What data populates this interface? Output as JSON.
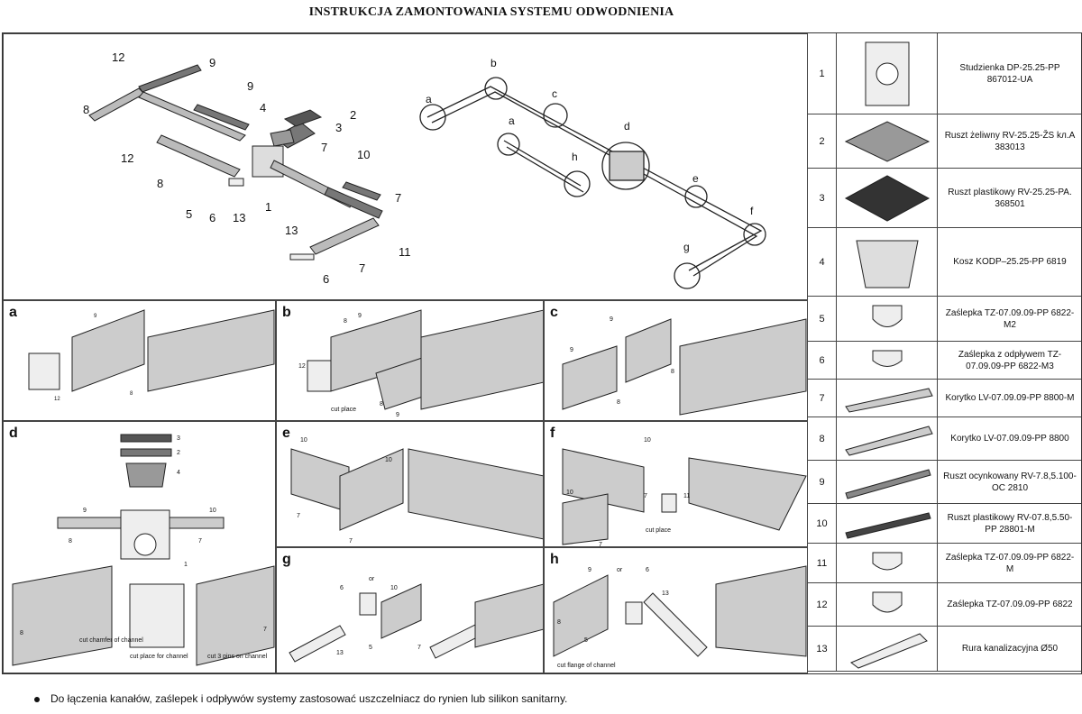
{
  "title": "INSTRUKCJA ZAMONTOWANIA SYSTEMU ODWODNIENIA",
  "overview": {
    "part_labels": [
      "12",
      "9",
      "8",
      "9",
      "4",
      "2",
      "3",
      "12",
      "7",
      "10",
      "8",
      "5",
      "6",
      "13",
      "1",
      "7",
      "13",
      "11",
      "6",
      "7"
    ],
    "detail_markers": [
      "a",
      "b",
      "c",
      "d",
      "e",
      "f",
      "g",
      "h",
      "a"
    ]
  },
  "panels": [
    {
      "label": "a",
      "callouts": [
        "9",
        "12",
        "8"
      ]
    },
    {
      "label": "b",
      "callouts": [
        "8",
        "9",
        "12",
        "cut place",
        "8",
        "9"
      ]
    },
    {
      "label": "c",
      "callouts": [
        "9",
        "8",
        "9",
        "8"
      ]
    },
    {
      "label": "d",
      "callouts": [
        "3",
        "2",
        "4",
        "9",
        "10",
        "8",
        "7",
        "1",
        "cut chamfer of channel",
        "cut place for channel",
        "cut 3 pins on channel",
        "8",
        "7"
      ]
    },
    {
      "label": "e",
      "callouts": [
        "10",
        "10",
        "7",
        "7"
      ]
    },
    {
      "label": "f",
      "callouts": [
        "10",
        "7",
        "10",
        "7",
        "11",
        "cut place"
      ]
    },
    {
      "label": "g",
      "callouts": [
        "6",
        "or",
        "10",
        "13",
        "5",
        "7"
      ]
    },
    {
      "label": "h",
      "callouts": [
        "9",
        "or",
        "6",
        "8",
        "13",
        "5",
        "cut flange of channel"
      ]
    }
  ],
  "parts": [
    {
      "no": "1",
      "desc": "Studzienka  DP-25.25-PP 867012-UA",
      "icon": "catch-basin-icon"
    },
    {
      "no": "2",
      "desc": "Ruszt żeliwny  RV-25.25-ŽS  kл.A 383013",
      "icon": "cast-iron-grate-icon"
    },
    {
      "no": "3",
      "desc": "Ruszt plastikowy  RV-25.25-PA. 368501",
      "icon": "plastic-grate-icon"
    },
    {
      "no": "4",
      "desc": "Kosz  KODP–25.25-PP 6819",
      "icon": "basket-icon"
    },
    {
      "no": "5",
      "desc": "Zaślepka  TZ-07.09.09-PP 6822-M2",
      "icon": "end-cap-icon"
    },
    {
      "no": "6",
      "desc": "Zaślepka z odpływem  TZ-07.09.09-PP 6822-M3",
      "icon": "end-cap-outlet-icon"
    },
    {
      "no": "7",
      "desc": "Korytko  LV-07.09.09-PP 8800-M",
      "icon": "channel-icon"
    },
    {
      "no": "8",
      "desc": "Korytko  LV-07.09.09-PP 8800",
      "icon": "channel-icon"
    },
    {
      "no": "9",
      "desc": "Ruszt ocynkowany  RV-7.8,5.100-OC 2810",
      "icon": "galvanized-grate-icon"
    },
    {
      "no": "10",
      "desc": "Ruszt plastikowy RV-07.8,5.50-PP 28801-M",
      "icon": "plastic-channel-grate-icon"
    },
    {
      "no": "11",
      "desc": "Zaślepka  TZ-07.09.09-PP 6822-M",
      "icon": "end-cap-icon"
    },
    {
      "no": "12",
      "desc": "Zaślepka  TZ-07.09.09-PP 6822",
      "icon": "end-cap-icon"
    },
    {
      "no": "13",
      "desc": "Rura kanalizacyjna Ø50",
      "icon": "pipe-icon"
    }
  ],
  "note": "Do łączenia kanałów, zaślepek i odpływów systemy zastosować uszczelniacz do rynien lub silikon sanitarny."
}
